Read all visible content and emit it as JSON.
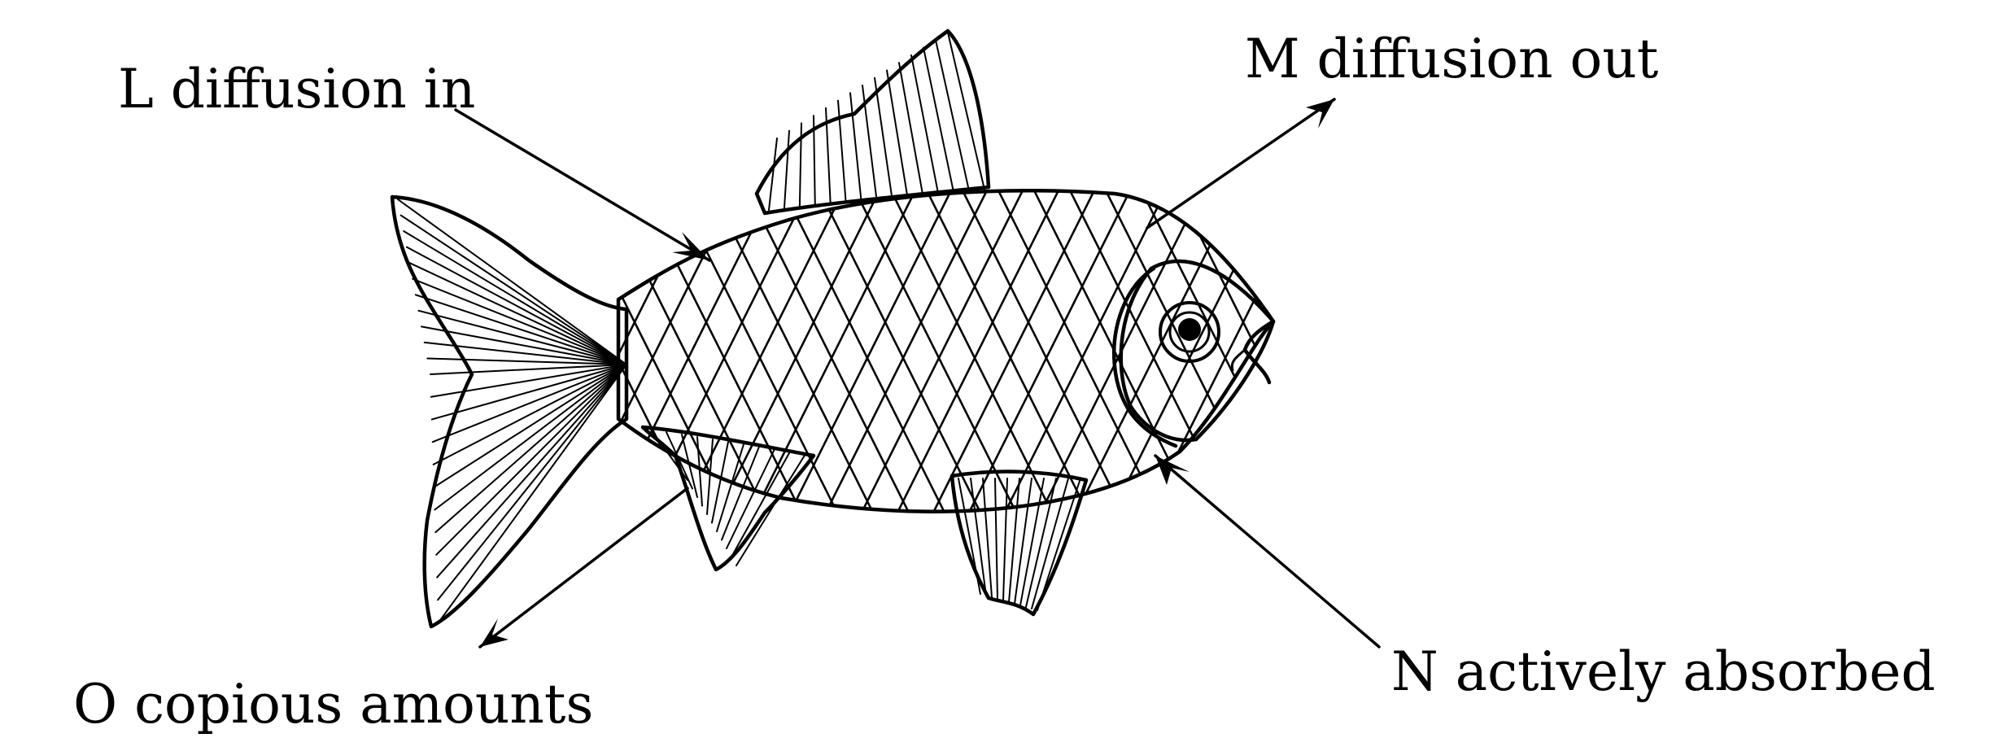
{
  "labels": {
    "L": "L diffusion in",
    "M": "M diffusion out",
    "N": "N actively absorbed",
    "O": "O copious amounts"
  }
}
